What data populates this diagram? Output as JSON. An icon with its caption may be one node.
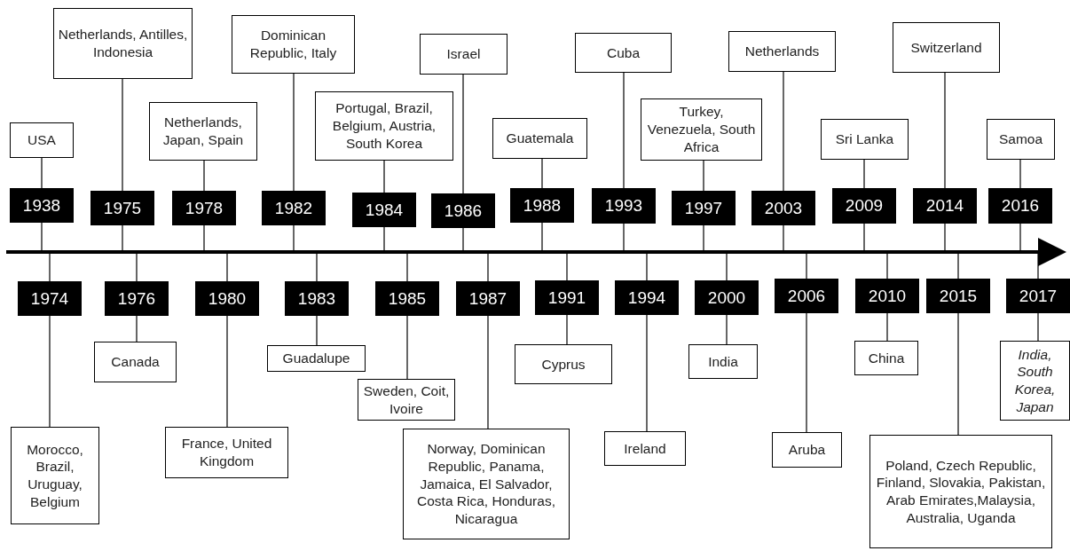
{
  "diagram": {
    "nodes": [
      {
        "text": [
          "1938"
        ]
      },
      {
        "text": [
          "USA"
        ]
      },
      {
        "text": [
          "1974"
        ]
      },
      {
        "text": [
          "Morocco, Brazil, Uruguay, Belgium"
        ]
      },
      {
        "text": [
          "1975"
        ]
      },
      {
        "text": [
          "Netherlands, Antilles, Indonesia"
        ]
      },
      {
        "text": [
          "1976"
        ]
      },
      {
        "text": [
          "Canada"
        ]
      },
      {
        "text": [
          "1978"
        ]
      },
      {
        "text": [
          "Netherlands, Japan, Spain"
        ]
      },
      {
        "text": [
          "1980"
        ]
      },
      {
        "text": [
          "France, United Kingdom"
        ]
      },
      {
        "text": [
          "1982"
        ]
      },
      {
        "text": [
          "Dominican Republic, Italy"
        ]
      },
      {
        "text": [
          "1983"
        ]
      },
      {
        "text": [
          "Guadalupe"
        ]
      },
      {
        "text": [
          "1984"
        ]
      },
      {
        "text": [
          "Portugal, Brazil, Belgium, Austria, South Korea"
        ]
      },
      {
        "text": [
          "1985"
        ]
      },
      {
        "text": [
          "Sweden, Coit, Ivoire"
        ]
      },
      {
        "text": [
          "1986"
        ]
      },
      {
        "text": [
          "Israel"
        ]
      },
      {
        "text": [
          "1987"
        ]
      },
      {
        "text": [
          "Norway, Dominican Republic, Panama, Jamaica, El Salvador, Costa Rica, Honduras, Nicaragua"
        ]
      },
      {
        "text": [
          "1988"
        ]
      },
      {
        "text": [
          "Guatemala"
        ]
      },
      {
        "text": [
          "1991"
        ]
      },
      {
        "text": [
          "Cyprus"
        ]
      },
      {
        "text": [
          "1993"
        ]
      },
      {
        "text": [
          "Cuba"
        ]
      },
      {
        "text": [
          "1994"
        ]
      },
      {
        "text": [
          "Ireland"
        ]
      },
      {
        "text": [
          "1997"
        ]
      },
      {
        "text": [
          "Turkey, Venezuela, South Africa"
        ]
      },
      {
        "text": [
          "2000"
        ]
      },
      {
        "text": [
          "India"
        ]
      },
      {
        "text": [
          "2003"
        ]
      },
      {
        "text": [
          "Netherlands"
        ]
      },
      {
        "text": [
          "2006"
        ]
      },
      {
        "text": [
          "Aruba"
        ]
      },
      {
        "text": [
          "2009"
        ]
      },
      {
        "text": [
          "Sri Lanka"
        ]
      },
      {
        "text": [
          "2010"
        ]
      },
      {
        "text": [
          "China"
        ]
      },
      {
        "text": [
          "2014"
        ]
      },
      {
        "text": [
          "Switzerland"
        ]
      },
      {
        "text": [
          "2015"
        ]
      },
      {
        "text": [
          "Poland, Czech Republic, Finland, Slovakia, Pakistan, Arab Emirates,Malaysia, Australia, Uganda"
        ]
      },
      {
        "text": [
          "2016"
        ]
      },
      {
        "text": [
          "Samoa"
        ]
      },
      {
        "text": [
          "2017"
        ]
      },
      {
        "text": [
          "India, South Korea, Japan"
        ]
      }
    ],
    "edges": [
      {
        "from": 0,
        "to": 1,
        "arrow": "none"
      },
      {
        "from": 2,
        "to": 3,
        "arrow": "none"
      },
      {
        "from": 4,
        "to": 5,
        "arrow": "none"
      },
      {
        "from": 6,
        "to": 7,
        "arrow": "none"
      },
      {
        "from": 8,
        "to": 9,
        "arrow": "none"
      },
      {
        "from": 10,
        "to": 11,
        "arrow": "none"
      },
      {
        "from": 12,
        "to": 13,
        "arrow": "none"
      },
      {
        "from": 14,
        "to": 15,
        "arrow": "none"
      },
      {
        "from": 16,
        "to": 17,
        "arrow": "none"
      },
      {
        "from": 18,
        "to": 19,
        "arrow": "none"
      },
      {
        "from": 20,
        "to": 21,
        "arrow": "none"
      },
      {
        "from": 22,
        "to": 23,
        "arrow": "none"
      },
      {
        "from": 24,
        "to": 25,
        "arrow": "none"
      },
      {
        "from": 26,
        "to": 27,
        "arrow": "none"
      },
      {
        "from": 28,
        "to": 29,
        "arrow": "none"
      },
      {
        "from": 30,
        "to": 31,
        "arrow": "none"
      },
      {
        "from": 32,
        "to": 33,
        "arrow": "none"
      },
      {
        "from": 34,
        "to": 35,
        "arrow": "none"
      },
      {
        "from": 36,
        "to": 37,
        "arrow": "none"
      },
      {
        "from": 38,
        "to": 39,
        "arrow": "none"
      },
      {
        "from": 40,
        "to": 41,
        "arrow": "none"
      },
      {
        "from": 42,
        "to": 43,
        "arrow": "none"
      },
      {
        "from": 44,
        "to": 45,
        "arrow": "none"
      },
      {
        "from": 46,
        "to": 47,
        "arrow": "none"
      },
      {
        "from": 48,
        "to": 49,
        "arrow": "none"
      },
      {
        "from": 50,
        "to": 51,
        "arrow": "none"
      },
      {
        "from": 0,
        "to": null,
        "arrow": "none"
      },
      {
        "from": 2,
        "to": null,
        "arrow": "none"
      },
      {
        "from": 4,
        "to": null,
        "arrow": "none"
      },
      {
        "from": 6,
        "to": null,
        "arrow": "none"
      },
      {
        "from": 8,
        "to": null,
        "arrow": "none"
      },
      {
        "from": 10,
        "to": null,
        "arrow": "none"
      },
      {
        "from": 12,
        "to": null,
        "arrow": "none"
      },
      {
        "from": 14,
        "to": null,
        "arrow": "none"
      },
      {
        "from": 16,
        "to": null,
        "arrow": "none"
      },
      {
        "from": 18,
        "to": null,
        "arrow": "none"
      },
      {
        "from": 20,
        "to": null,
        "arrow": "none"
      },
      {
        "from": 22,
        "to": null,
        "arrow": "none"
      },
      {
        "from": 24,
        "to": null,
        "arrow": "none"
      },
      {
        "from": 26,
        "to": null,
        "arrow": "none"
      },
      {
        "from": 28,
        "to": null,
        "arrow": "none"
      },
      {
        "from": 30,
        "to": null,
        "arrow": "none"
      },
      {
        "from": 32,
        "to": null,
        "arrow": "none"
      },
      {
        "from": 34,
        "to": null,
        "arrow": "none"
      },
      {
        "from": 36,
        "to": null,
        "arrow": "none"
      },
      {
        "from": 38,
        "to": null,
        "arrow": "none"
      },
      {
        "from": 40,
        "to": null,
        "arrow": "none"
      },
      {
        "from": 42,
        "to": null,
        "arrow": "none"
      },
      {
        "from": 44,
        "to": null,
        "arrow": "none"
      },
      {
        "from": 46,
        "to": null,
        "arrow": "none"
      },
      {
        "from": 48,
        "to": null,
        "arrow": "none"
      },
      {
        "from": 50,
        "to": null,
        "arrow": "none"
      }
    ]
  }
}
